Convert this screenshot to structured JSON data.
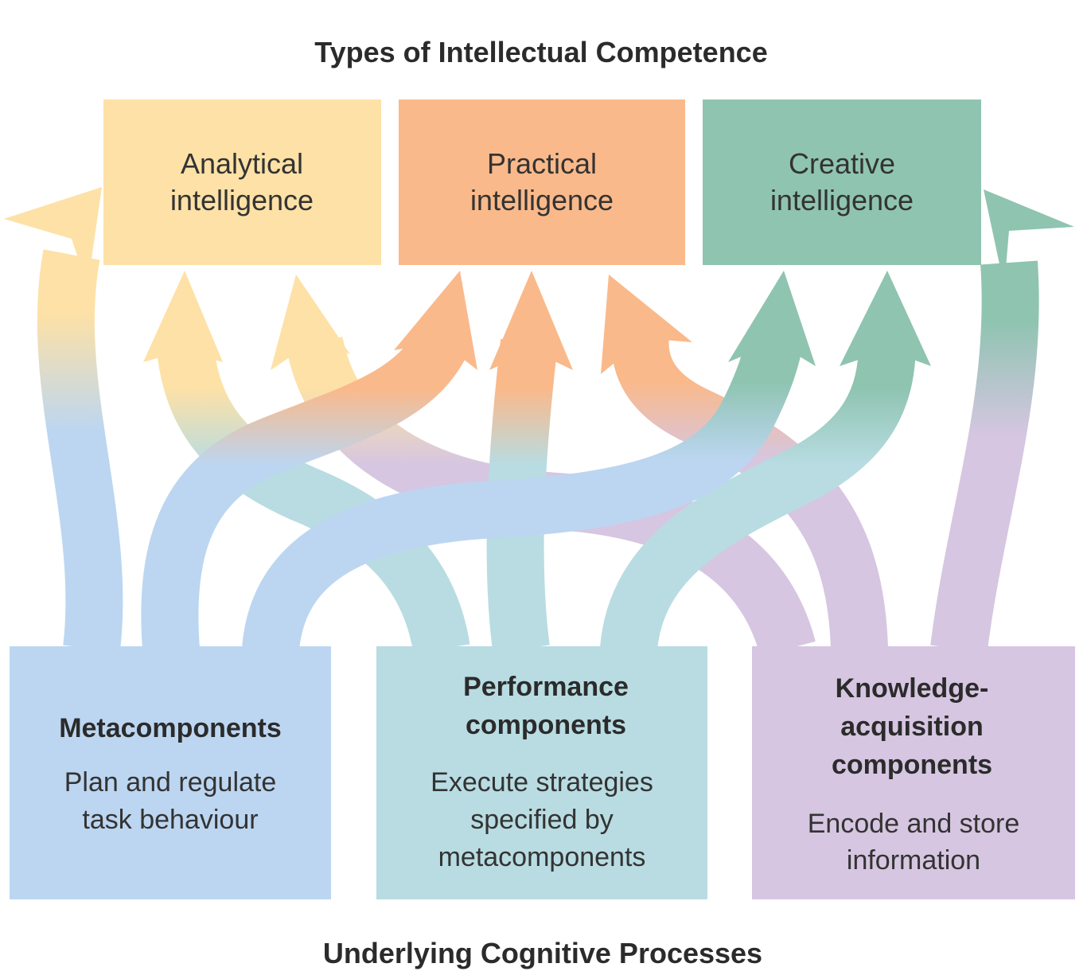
{
  "header": {
    "title": "Types of Intellectual Competence"
  },
  "footer": {
    "title": "Underlying Cognitive Processes"
  },
  "competences": [
    {
      "line1": "Analytical",
      "line2": "intelligence",
      "color": "#FDE1A6"
    },
    {
      "line1": "Practical",
      "line2": "intelligence",
      "color": "#FAB98A"
    },
    {
      "line1": "Creative",
      "line2": "intelligence",
      "color": "#8FC4B1"
    }
  ],
  "processes": [
    {
      "title_lines": [
        "Metacomponents"
      ],
      "desc_lines": [
        "Plan and regulate",
        "task behaviour"
      ],
      "color": "#BCD6F1"
    },
    {
      "title_lines": [
        "Performance",
        "components"
      ],
      "desc_lines": [
        "Execute strategies",
        "specified by",
        "metacomponents"
      ],
      "color": "#B8DCE2"
    },
    {
      "title_lines": [
        "Knowledge-",
        "acquisition",
        "components"
      ],
      "desc_lines": [
        "Encode and store",
        "information"
      ],
      "color": "#D6C6E1"
    }
  ]
}
